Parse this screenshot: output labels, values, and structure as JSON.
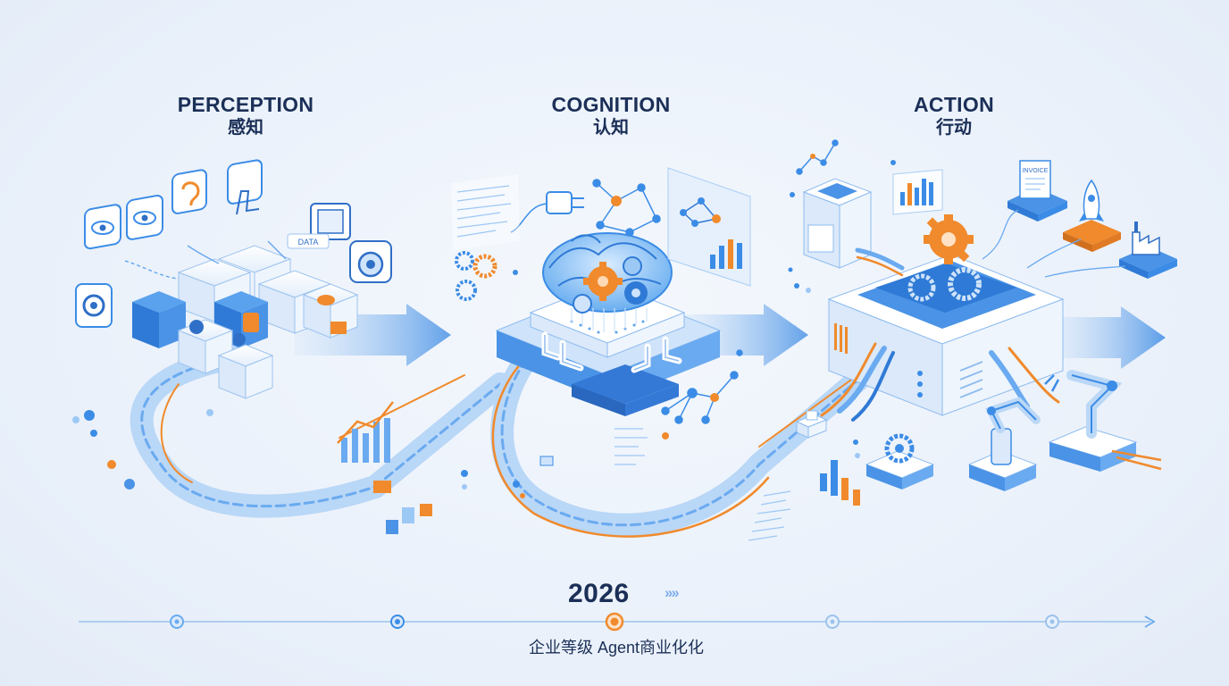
{
  "stages": [
    {
      "id": "perception",
      "title_en": "PERCEPTION",
      "title_zh": "感知"
    },
    {
      "id": "cognition",
      "title_en": "COGNITION",
      "title_zh": "认知"
    },
    {
      "id": "action",
      "title_en": "ACTION",
      "title_zh": "行动"
    }
  ],
  "labels": {
    "sensor_tag": "DATA",
    "invoice_tag": "INVOICE"
  },
  "timeline": {
    "year": "2026",
    "year_chevrons": "››››",
    "milestone": "企业等级 Agent商业化化",
    "active_marker": 3,
    "marker_count": 5
  },
  "colors": {
    "primary_blue": "#3b8ce6",
    "light_blue": "#bcd8f7",
    "accent_orange": "#f08a2c",
    "dark_navy": "#1b2f57",
    "background": "#edf3fb"
  },
  "icons": [
    "eye-icon",
    "ear-icon",
    "hand-icon",
    "camera-icon",
    "gear-icon",
    "brain-icon",
    "rocket-icon",
    "factory-icon",
    "robot-arm-icon",
    "invoice-icon",
    "truck-icon",
    "bar-chart-icon",
    "network-icon"
  ]
}
